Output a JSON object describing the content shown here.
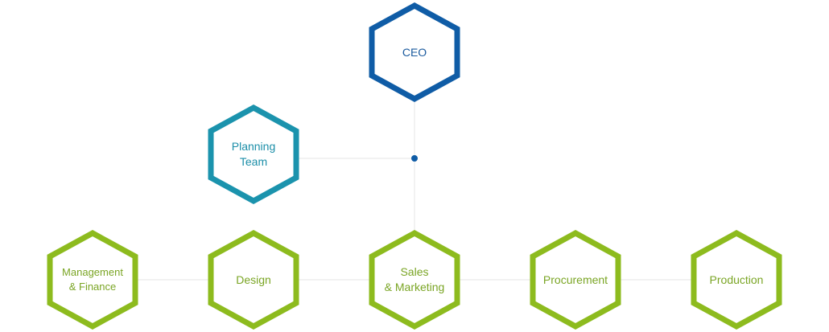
{
  "colors": {
    "ceo": "#0f5ca6",
    "planning": "#1b93ad",
    "department": "#8dbb1e",
    "connector": "#e6e6e6",
    "junction": "#0f5ca6"
  },
  "nodes": {
    "ceo": {
      "label": "CEO"
    },
    "planning": {
      "label": "Planning\nTeam"
    },
    "departments": [
      {
        "label": "Management\n& Finance"
      },
      {
        "label": "Design"
      },
      {
        "label": "Sales\n& Marketing"
      },
      {
        "label": "Procurement"
      },
      {
        "label": "Production"
      }
    ]
  }
}
